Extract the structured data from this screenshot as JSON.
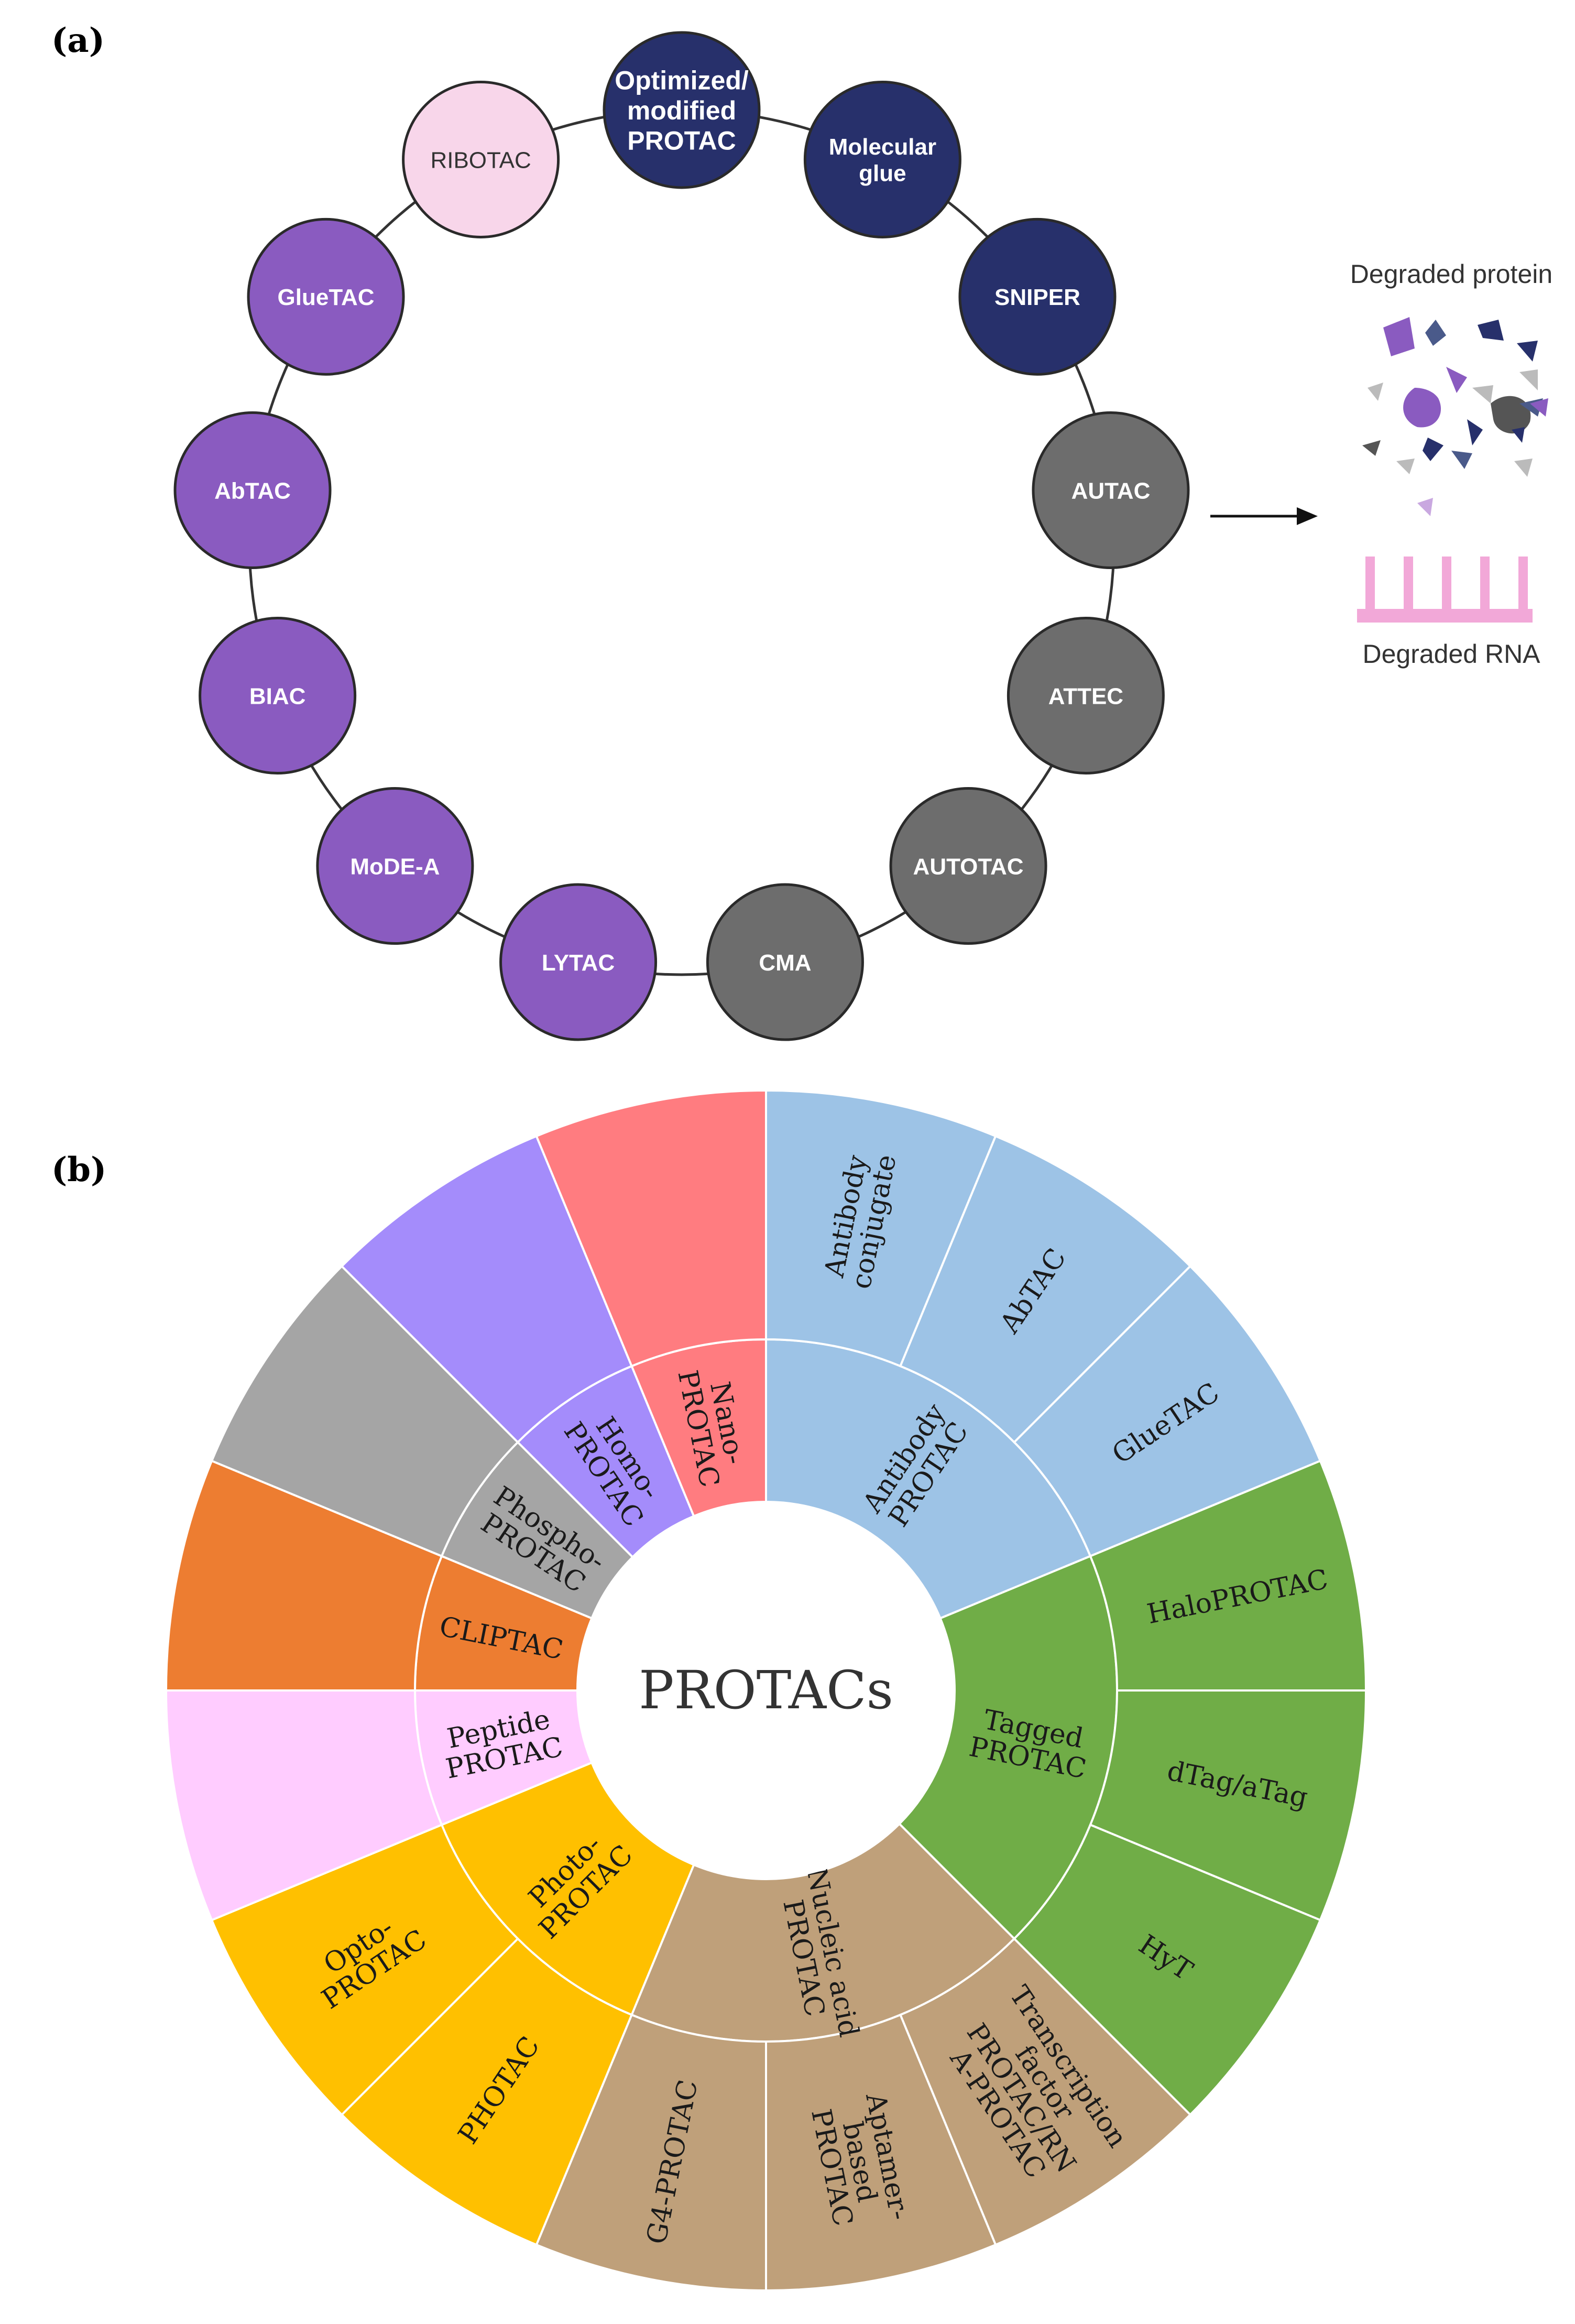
{
  "panel_a": {
    "label": "(a)",
    "nodes": [
      {
        "lines": [
          "Optimized/",
          "modified",
          "PROTAC"
        ],
        "fill": "#27306b",
        "text_color": "#ffffff"
      },
      {
        "lines": [
          "Molecular",
          "glue"
        ],
        "fill": "#27306b",
        "text_color": "#ffffff"
      },
      {
        "lines": [
          "SNIPER"
        ],
        "fill": "#27306b",
        "text_color": "#ffffff"
      },
      {
        "lines": [
          "AUTAC"
        ],
        "fill": "#6d6d6d",
        "text_color": "#ffffff"
      },
      {
        "lines": [
          "ATTEC"
        ],
        "fill": "#6d6d6d",
        "text_color": "#ffffff"
      },
      {
        "lines": [
          "AUTOTAC"
        ],
        "fill": "#6d6d6d",
        "text_color": "#ffffff"
      },
      {
        "lines": [
          "CMA"
        ],
        "fill": "#6d6d6d",
        "text_color": "#ffffff"
      },
      {
        "lines": [
          "LYTAC"
        ],
        "fill": "#8a5bc0",
        "text_color": "#ffffff"
      },
      {
        "lines": [
          "MoDE-A"
        ],
        "fill": "#8a5bc0",
        "text_color": "#ffffff"
      },
      {
        "lines": [
          "BIAC"
        ],
        "fill": "#8a5bc0",
        "text_color": "#ffffff"
      },
      {
        "lines": [
          "AbTAC"
        ],
        "fill": "#8a5bc0",
        "text_color": "#ffffff"
      },
      {
        "lines": [
          "GlueTAC"
        ],
        "fill": "#8a5bc0",
        "text_color": "#ffffff"
      },
      {
        "lines": [
          "RIBOTAC"
        ],
        "fill": "#f8d6ea",
        "text_color": "#333333"
      }
    ],
    "degraded_protein_label": "Degraded protein",
    "degraded_rna_label": "Degraded RNA",
    "colors": {
      "navy": "#27306b",
      "gray": "#6d6d6d",
      "purple": "#8a5bc0",
      "pink": "#f8d6ea",
      "rna": "#f2a8d8"
    }
  },
  "panel_b": {
    "label": "(b)",
    "center_label": "PROTACs",
    "categories": [
      {
        "label_lines": [
          "Antibody",
          "PROTAC"
        ],
        "color": "#9dc3e6",
        "subs": [
          [
            "Antibody",
            "conjugate"
          ],
          [
            "AbTAC"
          ],
          [
            "GlueTAC"
          ]
        ]
      },
      {
        "label_lines": [
          "Tagged",
          "PROTAC"
        ],
        "color": "#70ad47",
        "subs": [
          [
            "HaloPROTAC"
          ],
          [
            "dTag/aTag"
          ],
          [
            "HyT"
          ]
        ]
      },
      {
        "label_lines": [
          "Nucleic acid",
          "PROTAC"
        ],
        "color": "#bfa07a",
        "subs": [
          [
            "Transcription",
            "factor",
            "PROTAC/RN",
            "A-PROTAC"
          ],
          [
            "Aptamer-",
            "based",
            "PROTAC"
          ],
          [
            "G4-PROTAC"
          ]
        ]
      },
      {
        "label_lines": [
          "Photo-",
          "PROTAC"
        ],
        "color": "#ffc000",
        "subs": [
          [
            "PHOTAC"
          ],
          [
            "Opto-",
            "PROTAC"
          ]
        ]
      },
      {
        "label_lines": [
          "Peptide",
          "PROTAC"
        ],
        "color": "#ffccff",
        "subs": [
          [
            ""
          ]
        ]
      },
      {
        "label_lines": [
          "CLIPTAC"
        ],
        "color": "#ed7d31",
        "subs": [
          [
            ""
          ]
        ]
      },
      {
        "label_lines": [
          "Phospho-",
          "PROTAC"
        ],
        "color": "#a5a5a5",
        "subs": [
          [
            ""
          ]
        ]
      },
      {
        "label_lines": [
          "Homo-",
          "PROTAC"
        ],
        "color": "#a48cfb",
        "subs": [
          [
            ""
          ]
        ]
      },
      {
        "label_lines": [
          "Nano-",
          "PROTAC"
        ],
        "color": "#ff7c80",
        "subs": [
          [
            ""
          ]
        ]
      }
    ]
  }
}
